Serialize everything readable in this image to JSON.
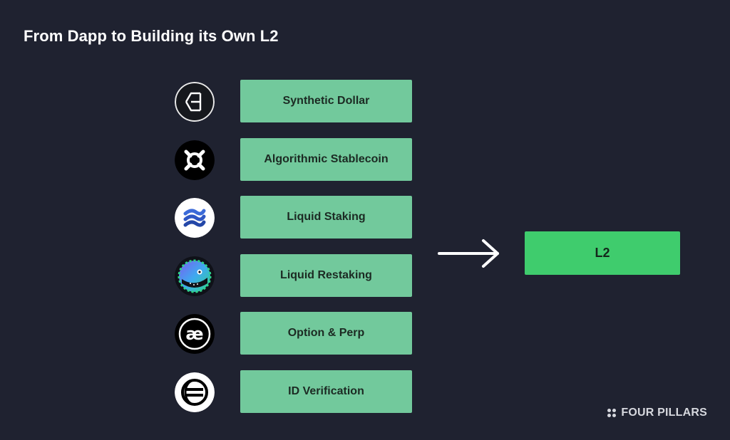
{
  "title": "From Dapp to Building its Own L2",
  "rows": [
    {
      "label": "Synthetic Dollar",
      "icon": "sigma-token-icon"
    },
    {
      "label": "Algorithmic Stablecoin",
      "icon": "x-ring-token-icon"
    },
    {
      "label": "Liquid Staking",
      "icon": "wave-token-icon"
    },
    {
      "label": "Liquid Restaking",
      "icon": "pufferfish-token-icon"
    },
    {
      "label": "Option & Perp",
      "icon": "ae-token-icon"
    },
    {
      "label": "ID Verification",
      "icon": "globe-token-icon"
    }
  ],
  "target": {
    "label": "L2"
  },
  "brand": {
    "name": "FOUR PILLARS"
  },
  "colors": {
    "background": "#1f2230",
    "row_box": "#72c99c",
    "target_box": "#3fcc6d",
    "text_light": "#ffffff"
  }
}
